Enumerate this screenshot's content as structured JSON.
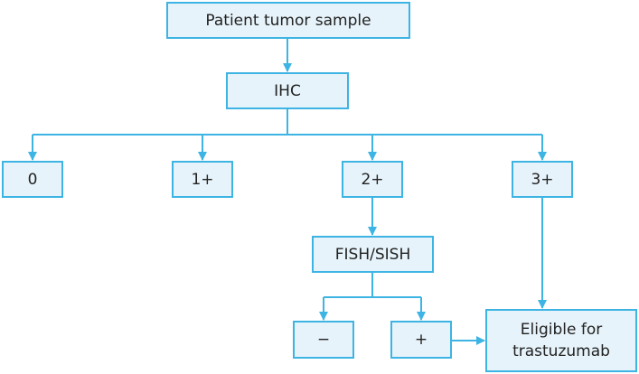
{
  "colors": {
    "box_fill": "#e6f3fa",
    "box_border": "#3db4e3",
    "connector": "#3db4e3",
    "text": "#222222"
  },
  "nodes": {
    "sample": "Patient tumor sample",
    "ihc": "IHC",
    "score_0": "0",
    "score_1": "1+",
    "score_2": "2+",
    "score_3": "3+",
    "fish": "FISH/SISH",
    "negative": "−",
    "positive": "+",
    "eligible": "Eligible for\ntrastuzumab"
  }
}
